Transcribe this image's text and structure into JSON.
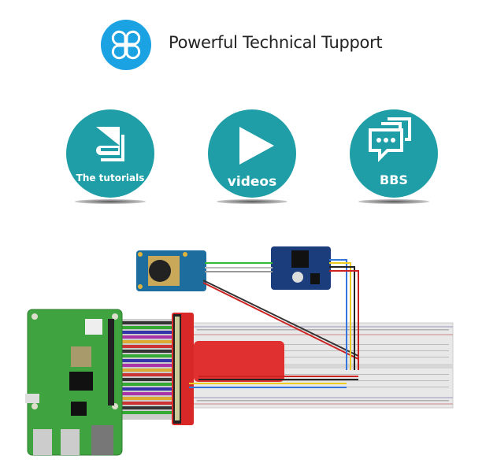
{
  "header": {
    "title": "Powerful Technical Tupport",
    "icon": "clover-icon"
  },
  "features": [
    {
      "label": "The tutorials",
      "icon": "book-icon"
    },
    {
      "label": "videos",
      "icon": "play-icon"
    },
    {
      "label": "BBS",
      "icon": "chat-icon"
    }
  ],
  "diagram": {
    "components": [
      "joystick-module",
      "adc-module",
      "raspberry-pi",
      "t-cobbler",
      "breadboard"
    ]
  }
}
